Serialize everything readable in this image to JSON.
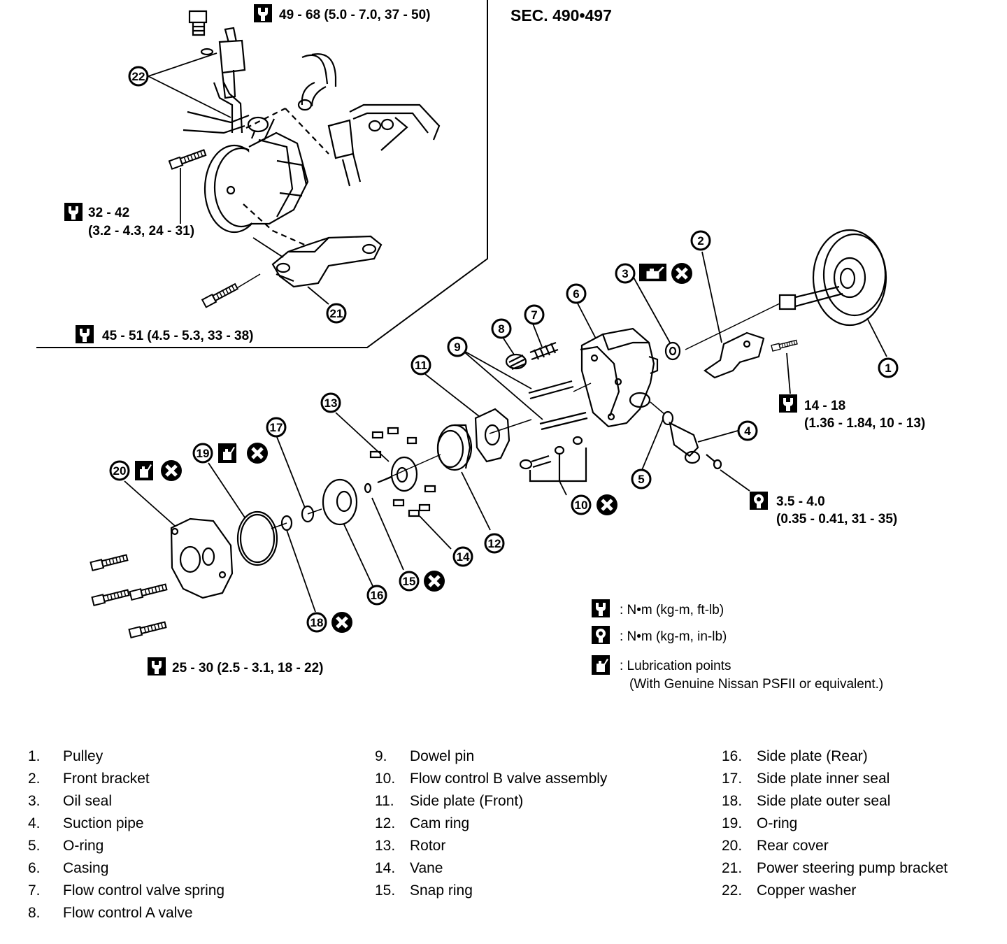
{
  "section": "SEC. 490•497",
  "torques": {
    "copper_washer_bolt": "49 - 68 (5.0 - 7.0, 37 - 50)",
    "pump_bolt_line1": "32 - 42",
    "pump_bolt_line2": "(3.2 - 4.3, 24 - 31)",
    "bracket_bolt": "45 - 51 (4.5 - 5.3, 33 - 38)",
    "front_bracket_bolt_line1": "14 - 18",
    "front_bracket_bolt_line2": "(1.36 - 1.84, 10 - 13)",
    "suction_bolt_line1": "3.5 - 4.0",
    "suction_bolt_line2": "(0.35 - 0.41, 31 - 35)",
    "rear_cover_bolt": "25 - 30 (2.5 - 3.1, 18 - 22)"
  },
  "callouts": [
    "1",
    "2",
    "3",
    "4",
    "5",
    "6",
    "7",
    "8",
    "9",
    "10",
    "11",
    "12",
    "13",
    "14",
    "15",
    "16",
    "17",
    "18",
    "19",
    "20",
    "21",
    "22"
  ],
  "legend": {
    "torque_ftlb": ": N•m  (kg-m,  ft-lb)",
    "torque_inlb": ": N•m  (kg-m,  in-lb)",
    "lubrication": ": Lubrication points",
    "lubrication_note": "(With Genuine Nissan PSFII or equivalent.)"
  },
  "parts": [
    {
      "num": "1.",
      "name": "Pulley"
    },
    {
      "num": "2.",
      "name": "Front bracket"
    },
    {
      "num": "3.",
      "name": "Oil seal"
    },
    {
      "num": "4.",
      "name": "Suction pipe"
    },
    {
      "num": "5.",
      "name": "O-ring"
    },
    {
      "num": "6.",
      "name": "Casing"
    },
    {
      "num": "7.",
      "name": "Flow control valve spring"
    },
    {
      "num": "8.",
      "name": "Flow control A valve"
    },
    {
      "num": "9.",
      "name": "Dowel pin"
    },
    {
      "num": "10.",
      "name": "Flow control B valve assembly"
    },
    {
      "num": "11.",
      "name": "Side plate (Front)"
    },
    {
      "num": "12.",
      "name": "Cam ring"
    },
    {
      "num": "13.",
      "name": "Rotor"
    },
    {
      "num": "14.",
      "name": "Vane"
    },
    {
      "num": "15.",
      "name": "Snap ring"
    },
    {
      "num": "16.",
      "name": "Side plate (Rear)"
    },
    {
      "num": "17.",
      "name": "Side plate inner seal"
    },
    {
      "num": "18.",
      "name": "Side plate outer seal"
    },
    {
      "num": "19.",
      "name": "O-ring"
    },
    {
      "num": "20.",
      "name": "Rear cover"
    },
    {
      "num": "21.",
      "name": "Power steering pump bracket"
    },
    {
      "num": "22.",
      "name": "Copper washer"
    }
  ]
}
